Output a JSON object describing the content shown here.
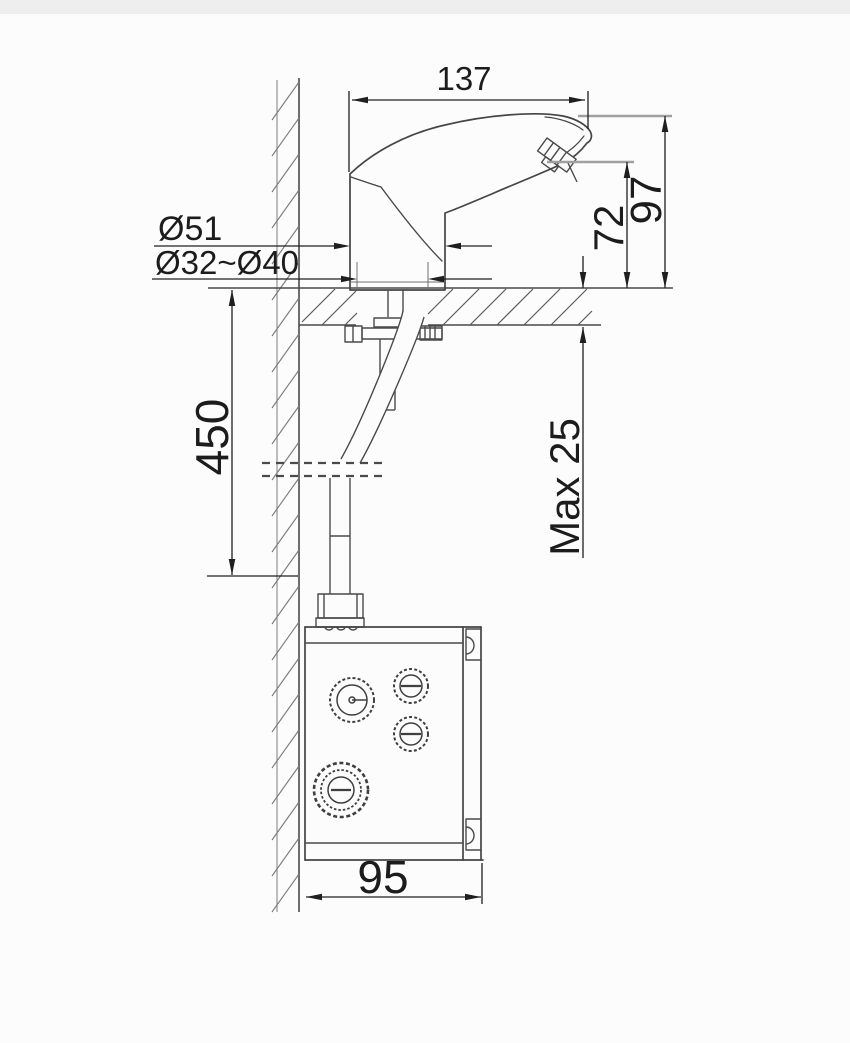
{
  "figure": {
    "type": "technical-installation-drawing",
    "subject": "deck-mounted sensor faucet with under-counter control box, side section view",
    "colors": {
      "background": "#fcfcfc",
      "line": "#454545",
      "dimension": "#1f1f1f",
      "reference_gray": "#a0a0a0"
    }
  },
  "dimensions": {
    "spout_reach": "137",
    "overall_height": "97",
    "spout_outlet_height": "72",
    "base_diameter": "Ø51",
    "hole_diameter": "Ø32~Ø40",
    "under_counter_drop": "450",
    "max_counter_thickness": "Max 25",
    "control_box_width": "95"
  }
}
